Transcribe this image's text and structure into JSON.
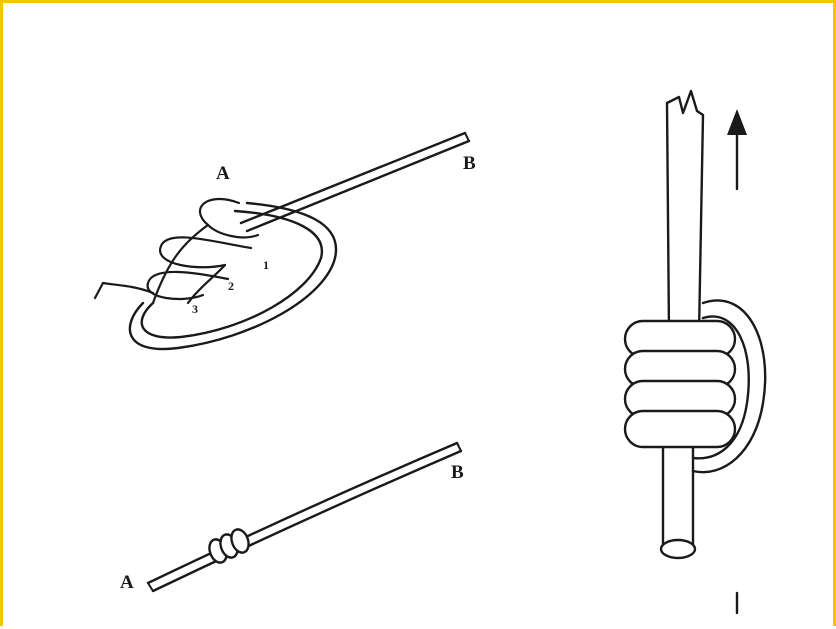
{
  "colors": {
    "border": "#f5c400",
    "ink": "#1a1a1a",
    "background": "#ffffff"
  },
  "figure_top": {
    "label_a": "A",
    "label_b": "B",
    "turn_1": "1",
    "turn_2": "2",
    "turn_3": "3"
  },
  "figure_bottom": {
    "label_a": "A",
    "label_b": "B"
  },
  "figure_right": {
    "arrow_direction": "up"
  }
}
